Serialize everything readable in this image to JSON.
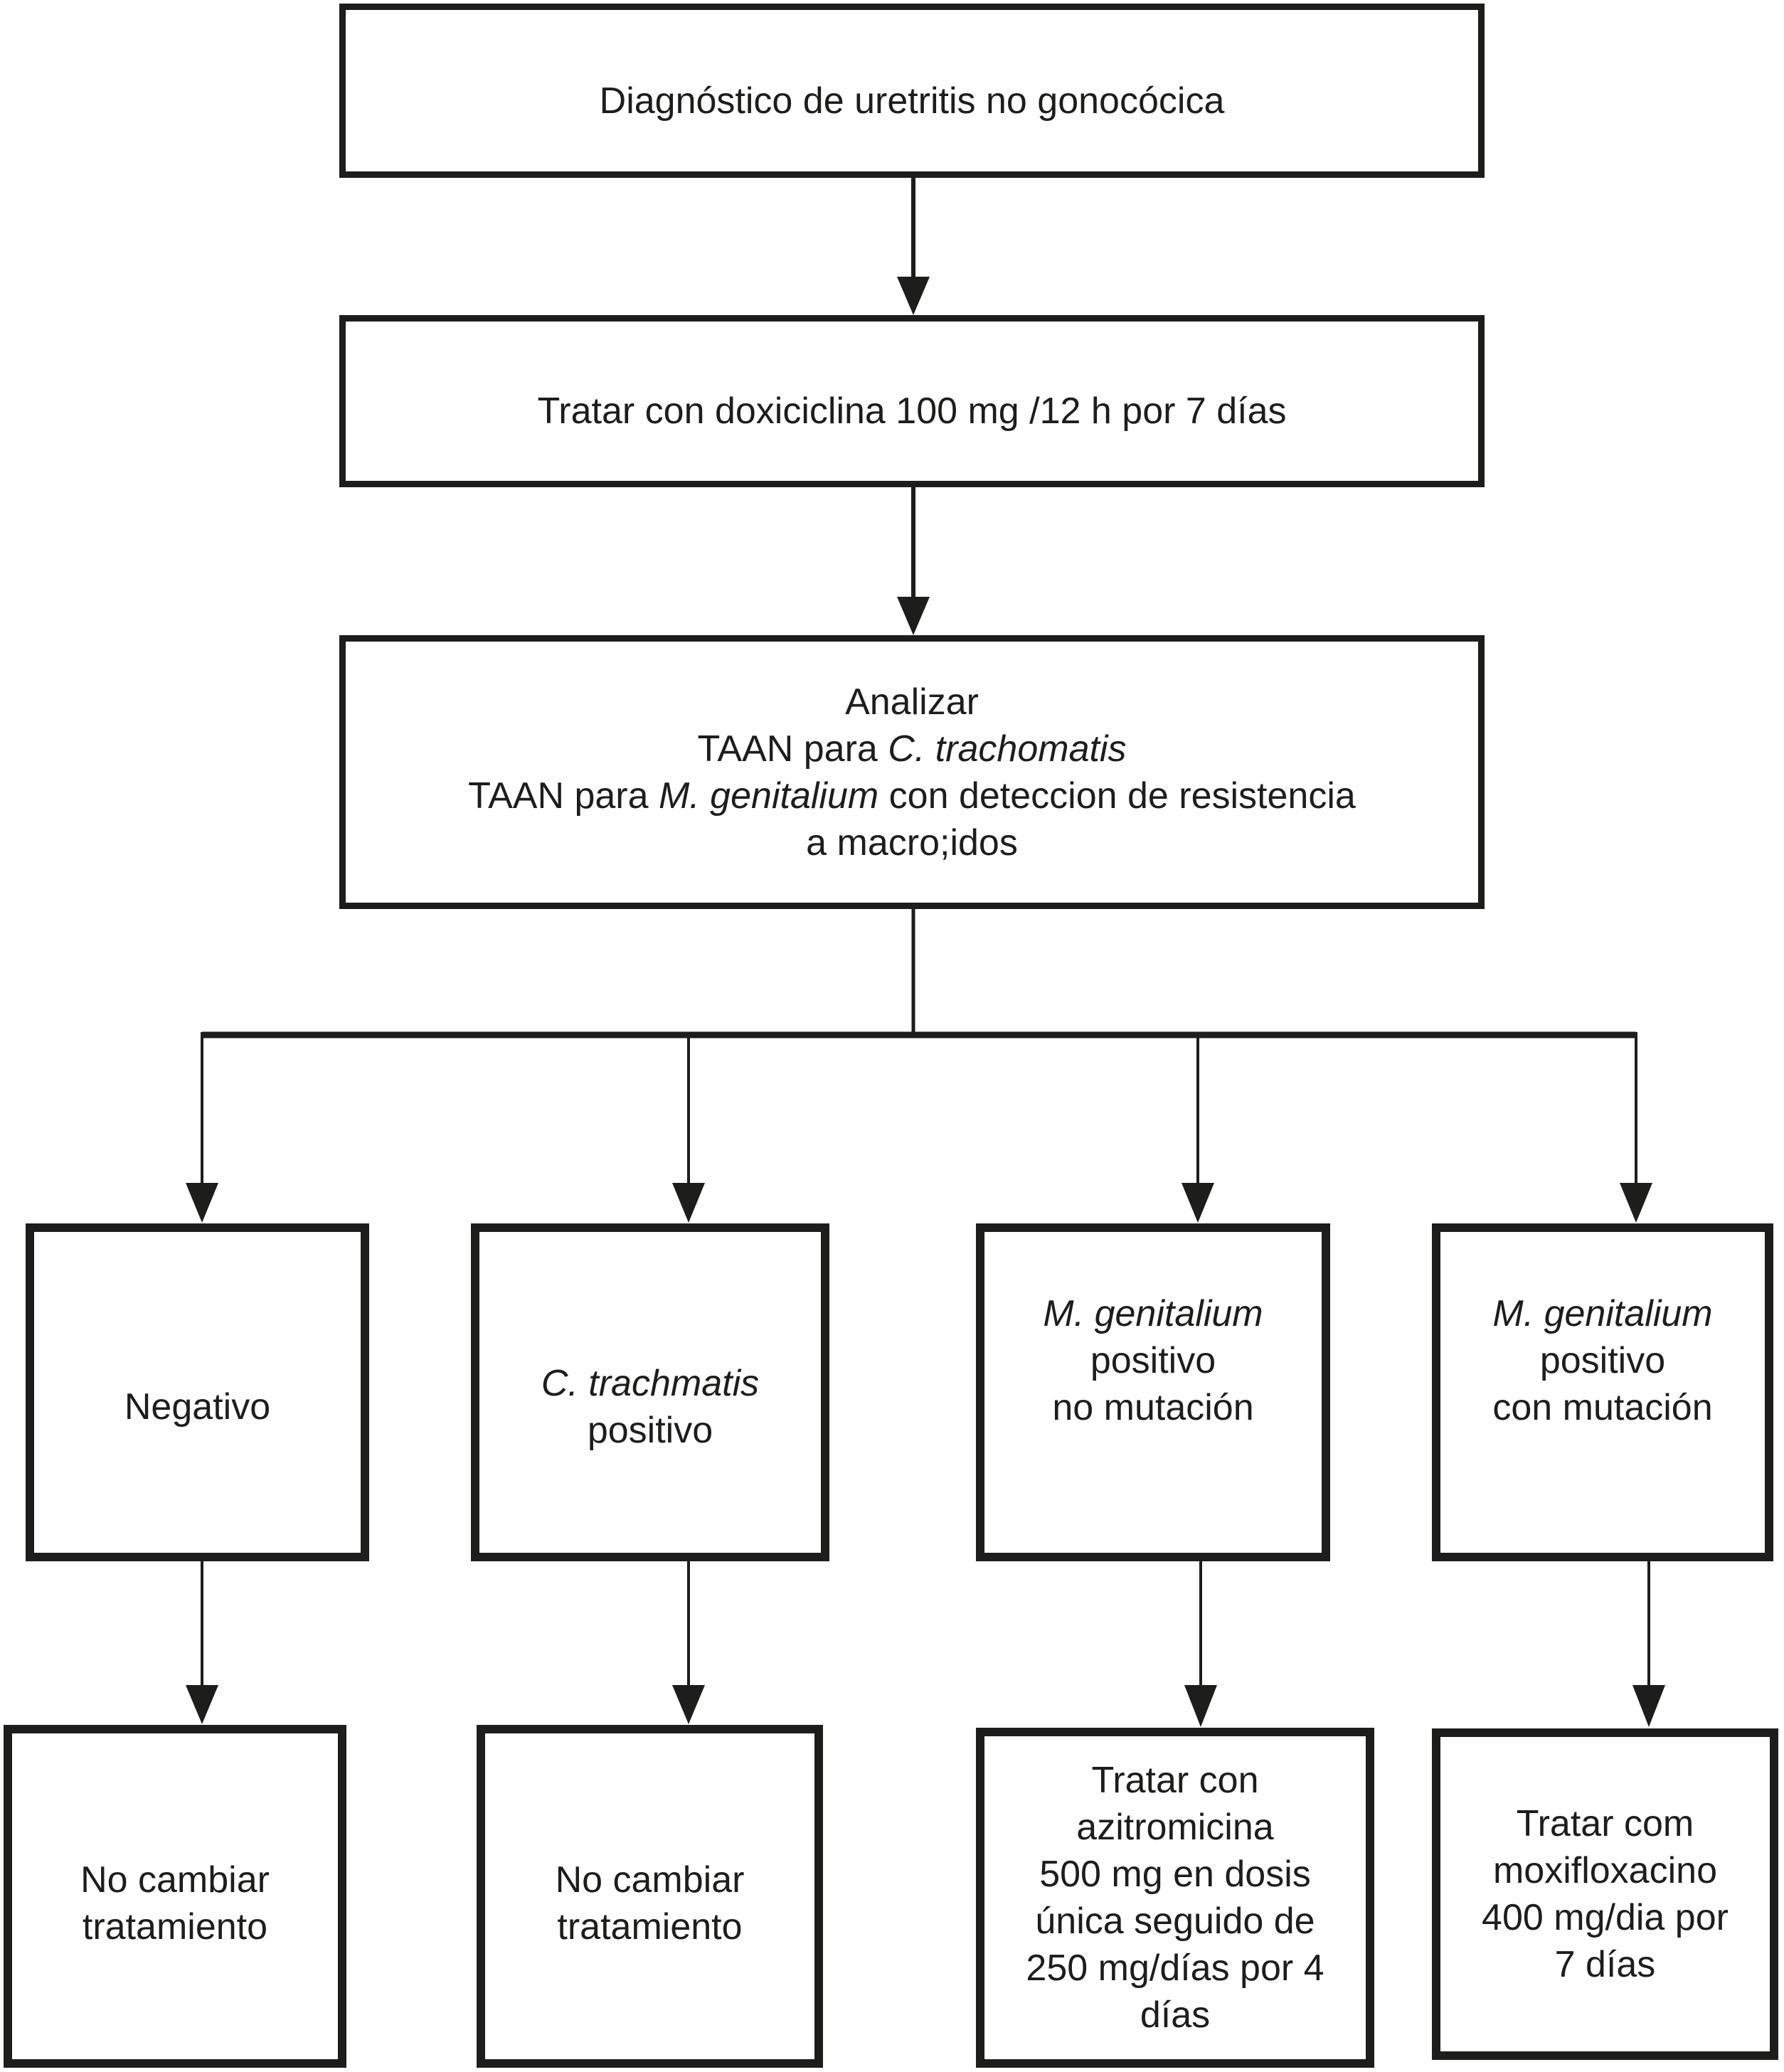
{
  "boxes": {
    "diagnosis": {
      "line1": "Diagnóstico de uretritis no gonocócica"
    },
    "doxycycline": {
      "line1": "Tratar con doxiciclina 100 mg /12 h por 7 días"
    },
    "analyze": {
      "line1": "Analizar",
      "line2_pre": "TAAN para ",
      "line2_italic": "C. trachomatis",
      "line3_pre": "TAAN para ",
      "line3_italic": "M. genitalium",
      "line3_post": " con deteccion de resistencia",
      "line4": "a macro;idos"
    },
    "negative": {
      "line1": "Negativo"
    },
    "ct_positive": {
      "line1_italic": "C. trachmatis",
      "line2": "positivo"
    },
    "mg_positive_no_mutation": {
      "line1_italic": "M. genitalium",
      "line2": "positivo",
      "line3": "no mutación"
    },
    "mg_positive_mutation": {
      "line1_italic": "M. genitalium",
      "line2": "positivo",
      "line3": "con mutación"
    },
    "no_change_left": {
      "line1": "No cambiar",
      "line2": "tratamiento"
    },
    "no_change_mid": {
      "line1": "No cambiar",
      "line2": "tratamiento"
    },
    "azithromycin": {
      "line1": "Tratar con",
      "line2": "azitromicina",
      "line3": "500 mg en dosis",
      "line4": "única seguido de",
      "line5": "250 mg/días por 4",
      "line6": "días"
    },
    "moxifloxacin": {
      "line1": "Tratar com",
      "line2": "moxifloxacino",
      "line3": "400 mg/dia por",
      "line4": "7 días"
    }
  },
  "colors": {
    "ink": "#1d1d1b",
    "background": "#ffffff"
  }
}
